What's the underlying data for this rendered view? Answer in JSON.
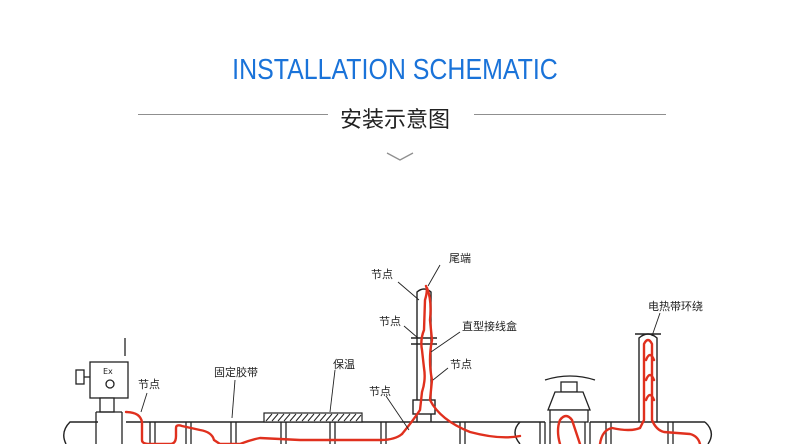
{
  "header": {
    "title_en": "INSTALLATION SCHEMATIC",
    "title_zh": "安装示意图"
  },
  "labels": {
    "tail_end": "尾端",
    "node_top": "节点",
    "node_mid": "节点",
    "straight_box": "直型接线盒",
    "node_right": "节点",
    "node_low": "节点",
    "node_left": "节点",
    "fix_tape": "固定胶带",
    "insulation": "保温",
    "ring": "电热带环绕",
    "box_mark": "Ex"
  },
  "colors": {
    "title_blue": "#1a73d9",
    "cable_red": "#e0301e",
    "line": "#222222"
  }
}
